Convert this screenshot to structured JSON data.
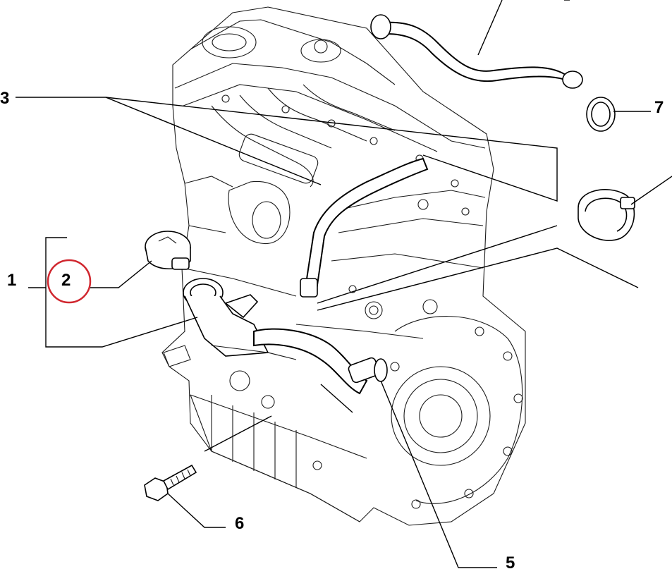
{
  "callouts": {
    "c1": "1",
    "c2": "2",
    "c3": "3",
    "c5": "5",
    "c6": "6",
    "c7": "7"
  },
  "highlight_color": "#d0262e"
}
